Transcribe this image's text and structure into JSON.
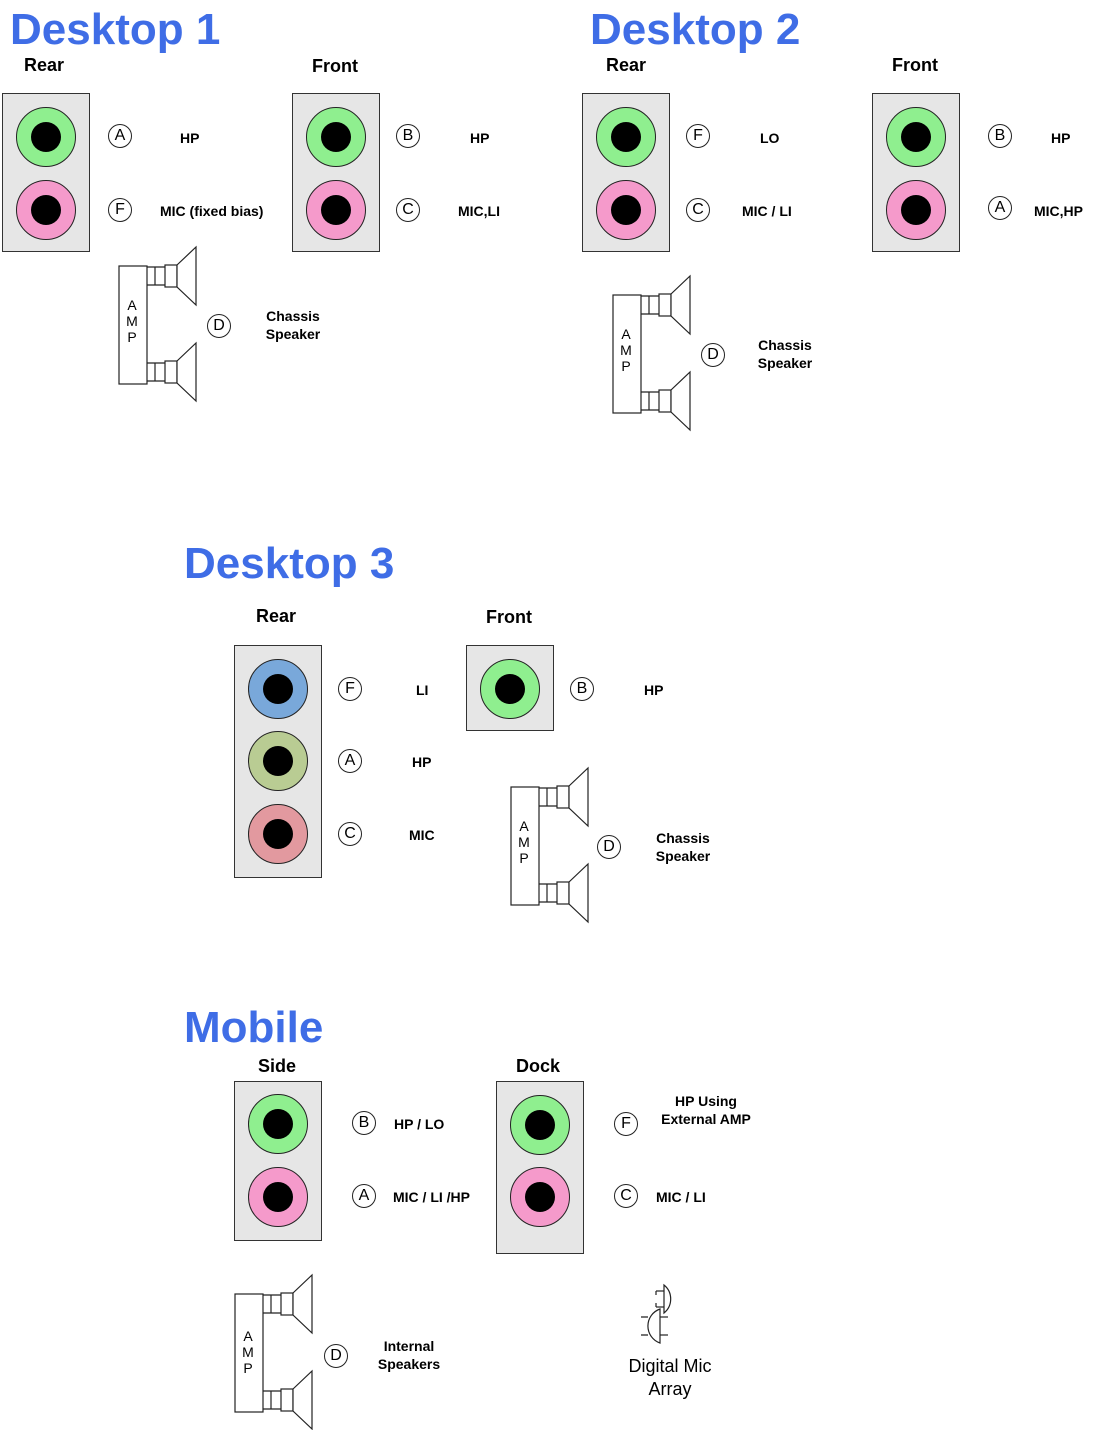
{
  "colors": {
    "title": "#3F6DE6",
    "jack_green": "#8FEF8F",
    "jack_pink": "#F59ACB",
    "jack_blue": "#79A8DA",
    "jack_olive": "#B9CC93",
    "jack_rose": "#E2999F",
    "panel": "#E6E6E6"
  },
  "desktop1": {
    "title": "Desktop 1",
    "rear": {
      "heading": "Rear",
      "jacks": [
        {
          "color": "green",
          "badge": "A",
          "label": "HP"
        },
        {
          "color": "pink",
          "badge": "F",
          "label": "MIC (fixed bias)"
        }
      ]
    },
    "front": {
      "heading": "Front",
      "jacks": [
        {
          "color": "green",
          "badge": "B",
          "label": "HP"
        },
        {
          "color": "pink",
          "badge": "C",
          "label": "MIC,LI"
        }
      ]
    },
    "amp": {
      "text": "AMP",
      "badge": "D",
      "label_line1": "Chassis",
      "label_line2": "Speaker"
    }
  },
  "desktop2": {
    "title": "Desktop 2",
    "rear": {
      "heading": "Rear",
      "jacks": [
        {
          "color": "green",
          "badge": "F",
          "label": "LO"
        },
        {
          "color": "pink",
          "badge": "C",
          "label": "MIC / LI"
        }
      ]
    },
    "front": {
      "heading": "Front",
      "jacks": [
        {
          "color": "green",
          "badge": "B",
          "label": "HP"
        },
        {
          "color": "pink",
          "badge": "A",
          "label": "MIC,HP"
        }
      ]
    },
    "amp": {
      "text": "AMP",
      "badge": "D",
      "label_line1": "Chassis",
      "label_line2": "Speaker"
    }
  },
  "desktop3": {
    "title": "Desktop 3",
    "rear": {
      "heading": "Rear",
      "jacks": [
        {
          "color": "blue",
          "badge": "F",
          "label": "LI"
        },
        {
          "color": "olive",
          "badge": "A",
          "label": "HP"
        },
        {
          "color": "rose",
          "badge": "C",
          "label": "MIC"
        }
      ]
    },
    "front": {
      "heading": "Front",
      "jacks": [
        {
          "color": "green",
          "badge": "B",
          "label": "HP"
        }
      ]
    },
    "amp": {
      "text": "AMP",
      "badge": "D",
      "label_line1": "Chassis",
      "label_line2": "Speaker"
    }
  },
  "mobile": {
    "title": "Mobile",
    "side": {
      "heading": "Side",
      "jacks": [
        {
          "color": "green",
          "badge": "B",
          "label": "HP / LO"
        },
        {
          "color": "pink",
          "badge": "A",
          "label": "MIC / LI /HP"
        }
      ]
    },
    "dock": {
      "heading": "Dock",
      "jacks": [
        {
          "color": "green",
          "badge": "F",
          "label_line1": "HP Using",
          "label_line2": "External AMP"
        },
        {
          "color": "pink",
          "badge": "C",
          "label": "MIC / LI"
        }
      ]
    },
    "amp": {
      "text": "AMP",
      "badge": "D",
      "label_line1": "Internal",
      "label_line2": "Speakers"
    },
    "mic_array": {
      "line1": "Digital Mic",
      "line2": "Array"
    }
  }
}
